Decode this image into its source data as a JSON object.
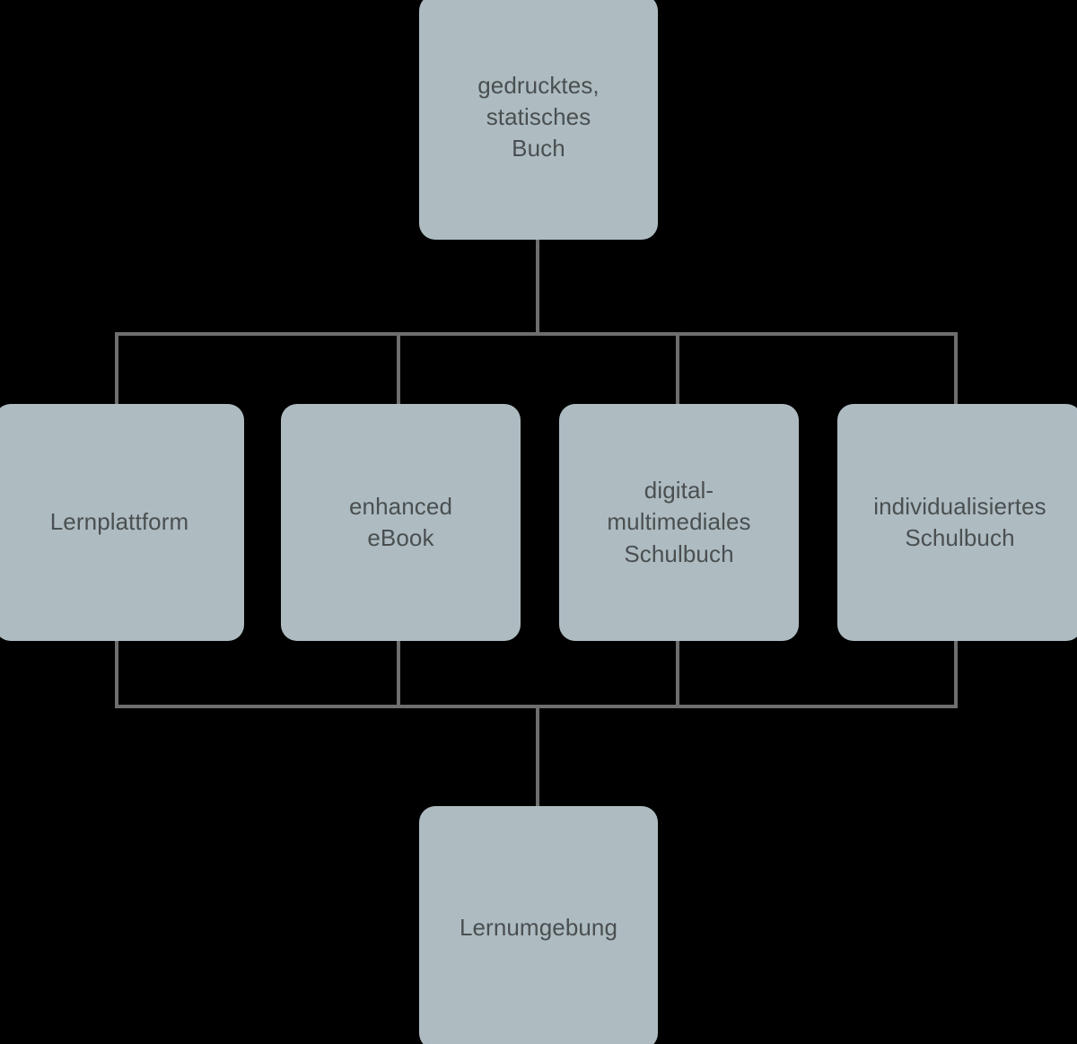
{
  "diagram": {
    "type": "hierarchy-flow-diagram",
    "background_color": "#000000",
    "node_fill_color": "#aebcc2",
    "node_text_color": "#4a4f50",
    "connector_color": "#6e6e6e",
    "root": {
      "label": "gedrucktes,\nstatisches\nBuch"
    },
    "middle": [
      {
        "label": "Lernplattform"
      },
      {
        "label": "enhanced\neBook"
      },
      {
        "label": "digital-\nmultimediales\nSchulbuch"
      },
      {
        "label": "individualisiertes\nSchulbuch"
      }
    ],
    "leaf": {
      "label": "Lernumgebung"
    }
  }
}
